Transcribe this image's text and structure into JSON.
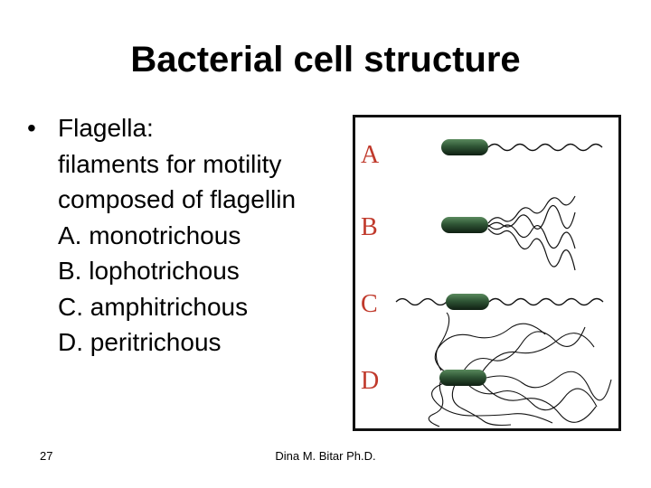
{
  "slide": {
    "title": "Bacterial cell structure",
    "bullet_symbol": "•",
    "bullet_heading": "Flagella:",
    "lines": [
      "filaments for motility",
      "composed of flagellin",
      "A. monotrichous",
      "B. lophotrichous",
      "C. amphitrichous",
      "D. peritrichous"
    ]
  },
  "figure": {
    "labels": [
      "A",
      "B",
      "C",
      "D"
    ],
    "label_color": "#c0392b",
    "cell_color_dark": "#1e3a22",
    "cell_color_light": "#5a8a5e"
  },
  "footer": {
    "page_number": "27",
    "author": "Dina M. Bitar Ph.D."
  }
}
